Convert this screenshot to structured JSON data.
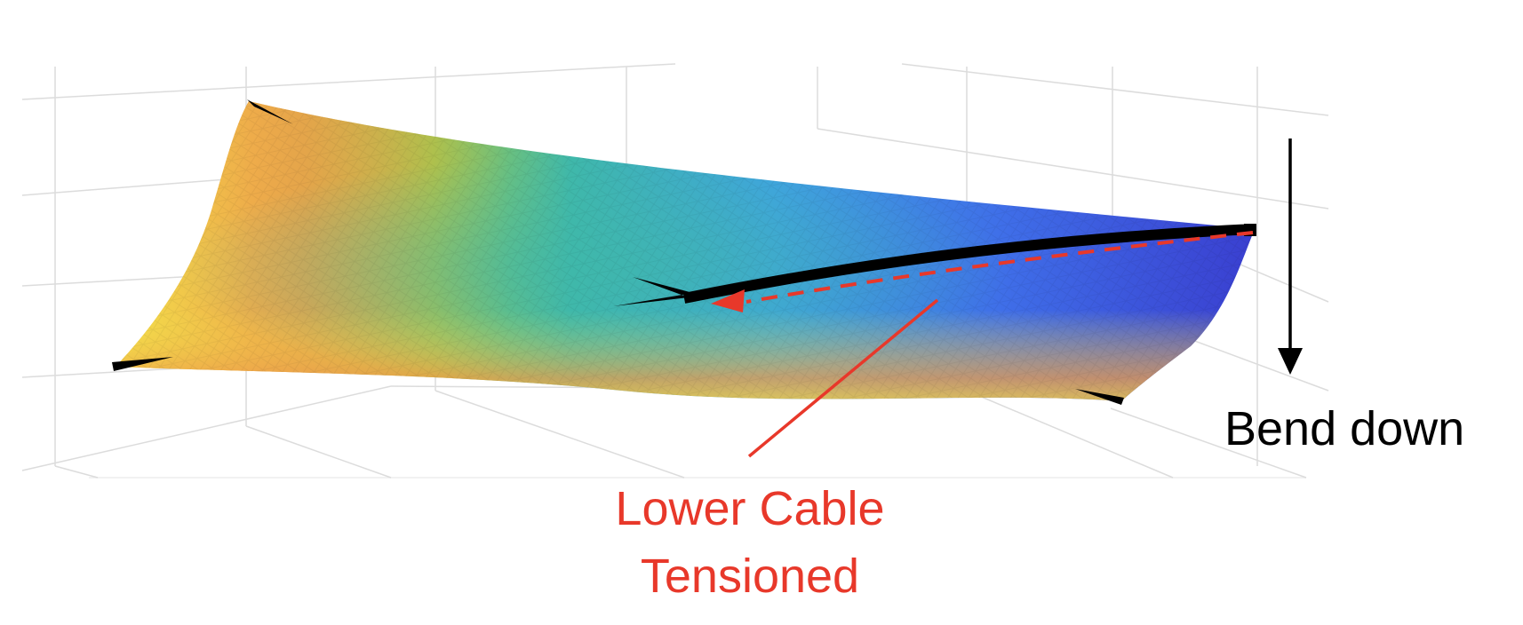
{
  "annotations": {
    "lower_cable_line1": "Lower Cable",
    "lower_cable_line2": "Tensioned",
    "bend_label": "Bend down"
  },
  "colors": {
    "annotation_red": "#e8382a",
    "cable": "#000000",
    "grid": "#dcdcdc",
    "surface_yellow": "#f4e84a",
    "surface_orange": "#eda04a",
    "surface_green": "#7fc35a",
    "surface_teal": "#3fb8aa",
    "surface_blue": "#3f7fe8",
    "surface_indigo": "#3a3fd0"
  },
  "icons": {
    "bend_arrow": "arrow-down-icon",
    "cable_arrow": "arrow-left-icon"
  }
}
